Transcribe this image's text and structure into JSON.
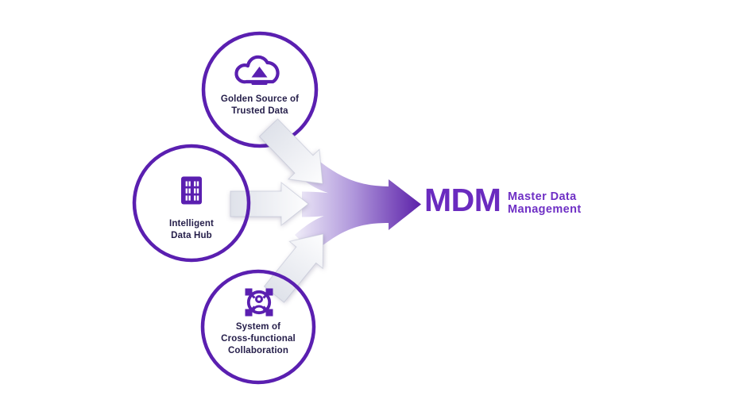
{
  "diagram": {
    "nodes": [
      {
        "id": "golden-source",
        "icon": "cloud-upload-icon",
        "label_lines": [
          "Golden Source of",
          "Trusted Data"
        ]
      },
      {
        "id": "intelligent-data-hub",
        "icon": "data-hub-icon",
        "label_lines": [
          "Intelligent",
          "Data Hub"
        ]
      },
      {
        "id": "cross-functional-collaboration",
        "icon": "collaboration-icon",
        "label_lines": [
          "System of",
          "Cross-functional",
          "Collaboration"
        ]
      }
    ],
    "title": {
      "acronym": "MDM",
      "expansion_lines": [
        "Master Data",
        "Management"
      ]
    },
    "colors": {
      "background": "#ffffff",
      "brand_purple": "#5a1fb0",
      "title_purple": "#6a2bbf",
      "subtitle_purple": "#6f30c5",
      "label_dark": "#241d49",
      "merge_arrow_light": "#efecf8",
      "merge_arrow_mid": "#b199dc",
      "merge_arrow_deep": "#5c21a9",
      "feed_arrow_shade": "#dfe2ea",
      "feed_arrow_light": "#fdfdfe"
    }
  }
}
